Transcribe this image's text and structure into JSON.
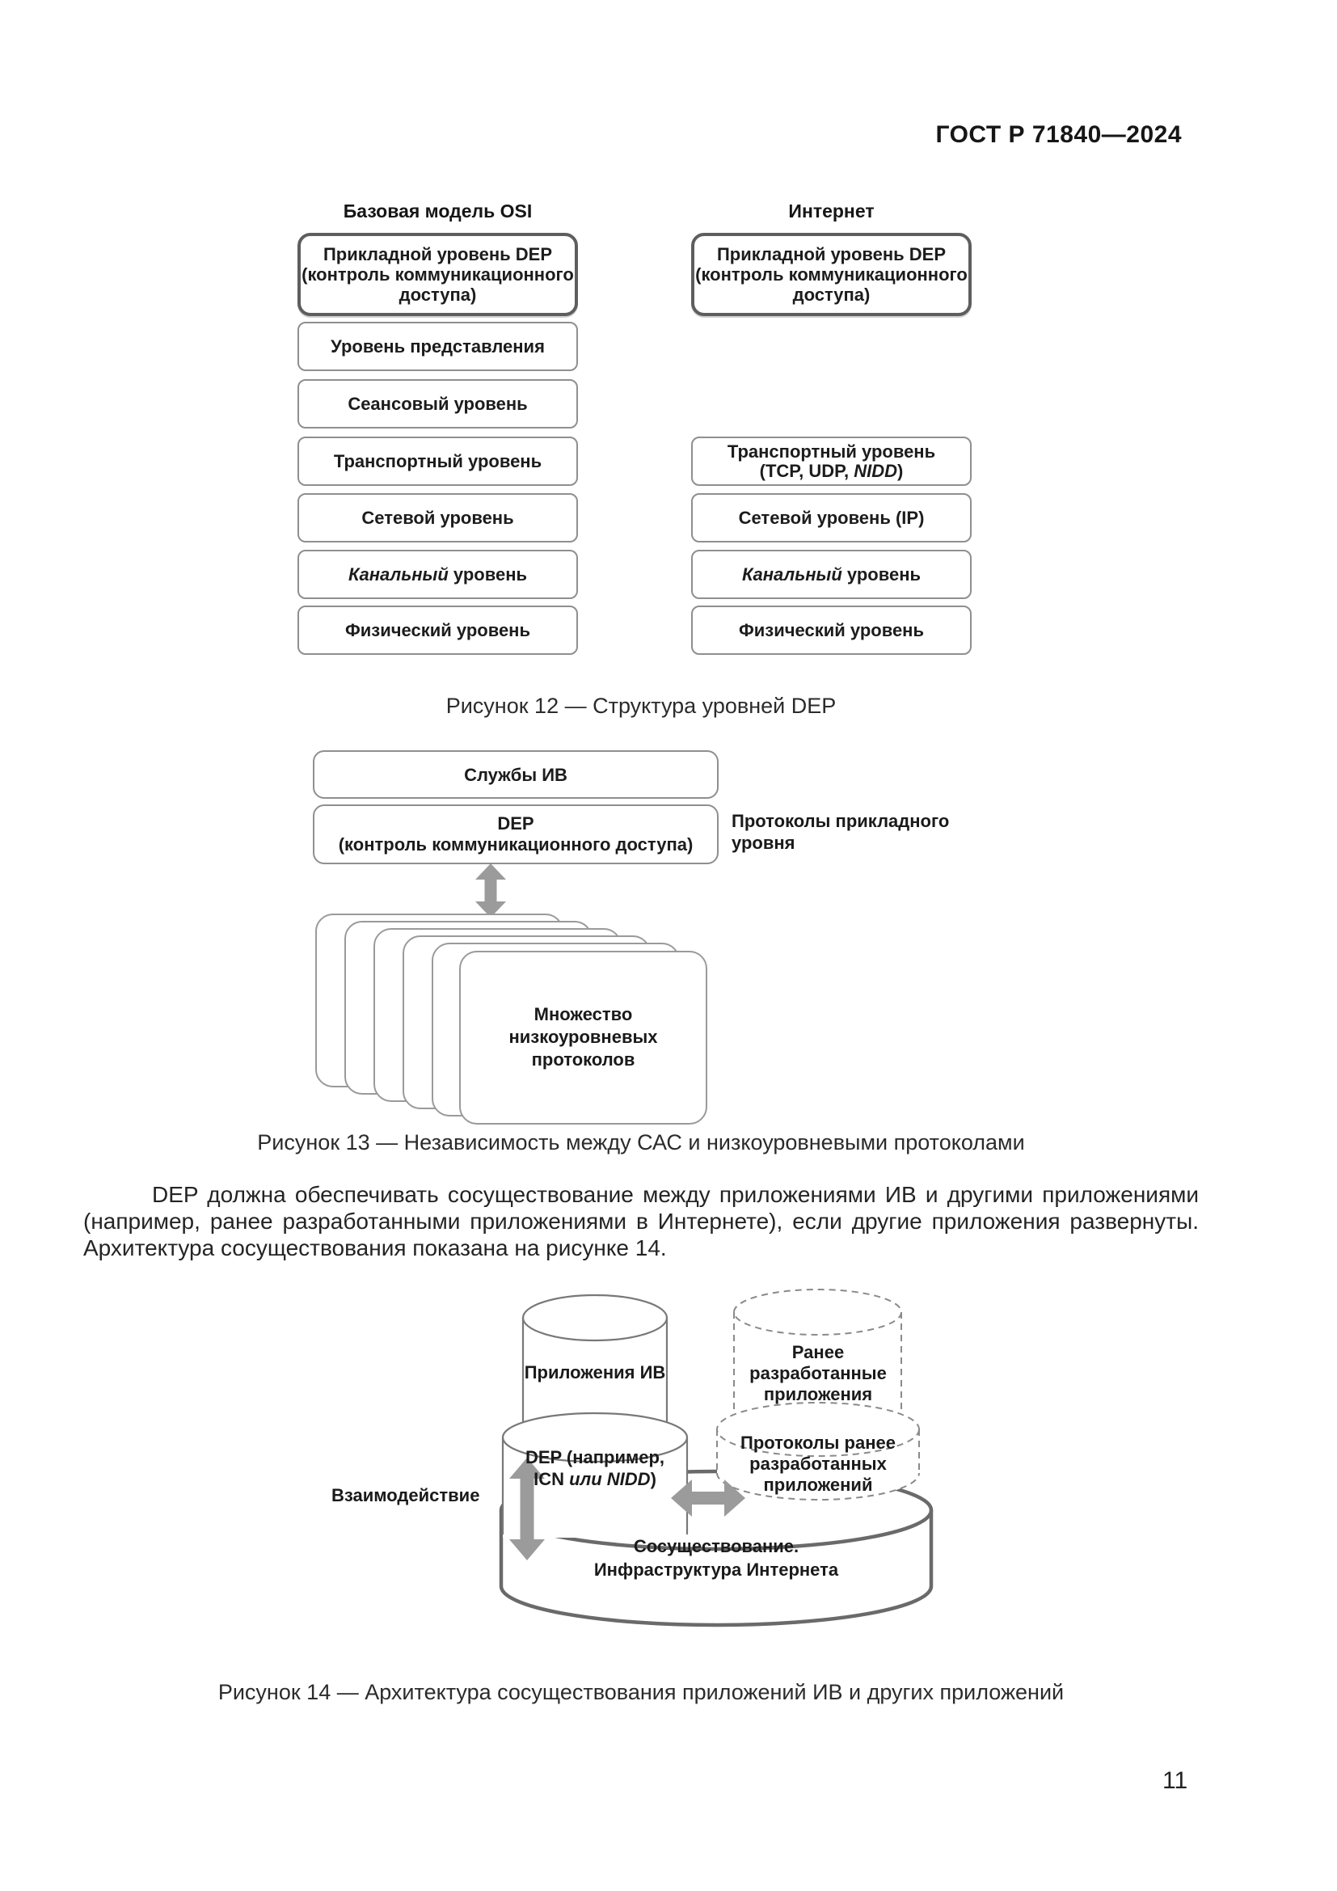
{
  "header": {
    "doc_code": "ГОСТ Р 71840—2024"
  },
  "fig12": {
    "caption": "Рисунок 12 — Структура уровней DEP",
    "osi_title": "Базовая модель OSI",
    "inet_title": "Интернет",
    "app_l1": "Прикладной уровень DEP",
    "app_l2": "(контроль коммуникационного",
    "app_l3": "доступа)",
    "presentation": "Уровень представления",
    "session": "Сеансовый уровень",
    "transport": "Транспортный уровень",
    "network": "Сетевой уровень",
    "link_it": "Канальный",
    "link_rest": " уровень",
    "physical": "Физический уровень",
    "inet_transport_l1": "Транспортный уровень",
    "inet_transport_l2_pre": "(TCP, UDP, ",
    "inet_transport_l2_it": "NIDD",
    "inet_transport_l2_post": ")",
    "inet_network": "Сетевой уровень (IP)"
  },
  "fig13": {
    "caption": "Рисунок 13 — Независимость между САС и низкоуровневыми протоколами",
    "services": "Службы ИВ",
    "dep_l1": "DEP",
    "dep_l2": "(контроль коммуникационного доступа)",
    "side_l1": "Протоколы прикладного",
    "side_l2": "уровня",
    "stack_l1": "Множество",
    "stack_l2": "низкоуровневых",
    "stack_l3": "протоколов"
  },
  "para": {
    "l1": "DEP должна обеспечивать сосуществование между приложениями ИВ и другими приложениями",
    "l2": "(например, ранее разработанными приложениями в Интернете), если другие приложения развернуты.",
    "l3": "Архитектура сосуществования показана на рисунке 14."
  },
  "fig14": {
    "caption": "Рисунок 14 — Архитектура сосуществования приложений ИВ и других приложений",
    "iot_apps": "Приложения ИВ",
    "legacy_l1": "Ранее",
    "legacy_l2": "разработанные",
    "legacy_l3": "приложения",
    "dep_l1": "DEP (например,",
    "dep_l2_pre": "ICN ",
    "dep_l2_it": "или NIDD",
    "dep_l2_post": ")",
    "proto_l1": "Протоколы ранее",
    "proto_l2": "разработанных",
    "proto_l3": "приложений",
    "coex_l1": "Сосуществование.",
    "coex_l2": "Инфраструктура Интернета",
    "interaction": "Взаимодействие"
  },
  "footer": {
    "page_number": "11"
  },
  "colors": {
    "ink": "#1c1c1c",
    "border_thin": "#8f8f8f",
    "border_thick": "#5e5e5e",
    "arrow": "#9b9b9b",
    "cylinder_stroke": "#787878",
    "big_cylinder_stroke": "#6a6a6a"
  }
}
